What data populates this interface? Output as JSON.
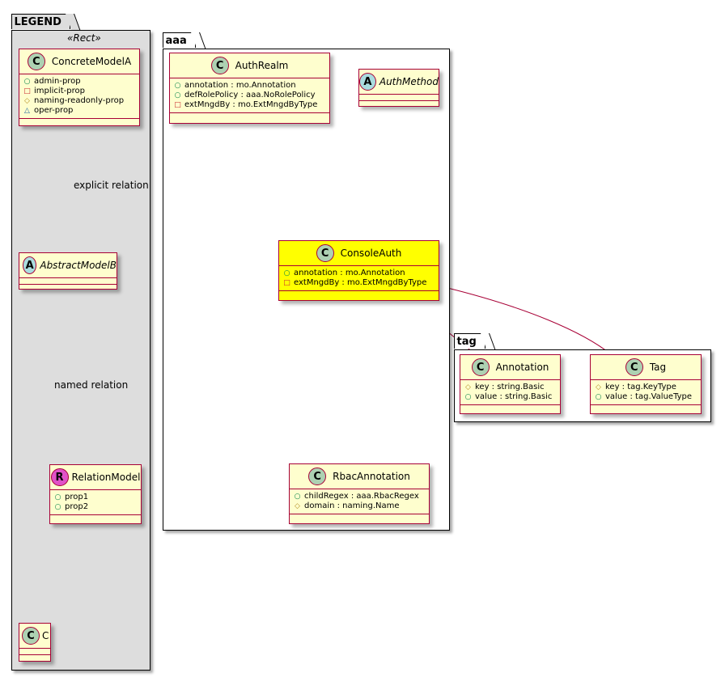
{
  "packages": {
    "legend": {
      "name": "LEGEND",
      "stereotype": "«Rect»"
    },
    "aaa": {
      "name": "aaa"
    },
    "tag": {
      "name": "tag"
    }
  },
  "classes": {
    "concrete_model_a": {
      "name": "ConcreteModelA",
      "kind": "C",
      "attrs": [
        {
          "vis": "○",
          "text": "admin-prop"
        },
        {
          "vis": "□",
          "text": "implicit-prop"
        },
        {
          "vis": "◇",
          "text": "naming-readonly-prop"
        },
        {
          "vis": "△",
          "text": "oper-prop"
        }
      ]
    },
    "abstract_model_b": {
      "name": "AbstractModelB",
      "kind": "A"
    },
    "relation_model": {
      "name": "RelationModel",
      "kind": "R",
      "attrs": [
        {
          "vis": "○",
          "text": "prop1"
        },
        {
          "vis": "○",
          "text": "prop2"
        }
      ]
    },
    "c": {
      "name": "C",
      "kind": "C"
    },
    "auth_realm": {
      "name": "AuthRealm",
      "kind": "C",
      "attrs": [
        {
          "vis": "○",
          "text": "annotation : mo.Annotation"
        },
        {
          "vis": "○",
          "text": "defRolePolicy : aaa.NoRolePolicy"
        },
        {
          "vis": "□",
          "text": "extMngdBy : mo.ExtMngdByType"
        }
      ]
    },
    "auth_method": {
      "name": "AuthMethod",
      "kind": "A"
    },
    "console_auth": {
      "name": "ConsoleAuth",
      "kind": "C",
      "highlight": "#ffff00",
      "attrs": [
        {
          "vis": "○",
          "text": "annotation : mo.Annotation"
        },
        {
          "vis": "□",
          "text": "extMngdBy : mo.ExtMngdByType"
        }
      ]
    },
    "rbac_annotation": {
      "name": "RbacAnnotation",
      "kind": "C",
      "attrs": [
        {
          "vis": "○",
          "text": "childRegex : aaa.RbacRegex"
        },
        {
          "vis": "◇",
          "text": "domain : naming.Name"
        }
      ]
    },
    "annotation": {
      "name": "Annotation",
      "kind": "C",
      "attrs": [
        {
          "vis": "◇",
          "text": "key : string.Basic"
        },
        {
          "vis": "○",
          "text": "value : string.Basic"
        }
      ]
    },
    "tag": {
      "name": "Tag",
      "kind": "C",
      "attrs": [
        {
          "vis": "◇",
          "text": "key : tag.KeyType"
        },
        {
          "vis": "○",
          "text": "value : tag.ValueType"
        }
      ]
    }
  },
  "relations": {
    "explicit": {
      "label": "explicit relation"
    },
    "named": {
      "label": "named relation"
    }
  },
  "colors": {
    "class_fill": "#fefece",
    "class_border": "#a80036",
    "highlight": "#ffff00",
    "legend_bg": "#dddddd"
  }
}
